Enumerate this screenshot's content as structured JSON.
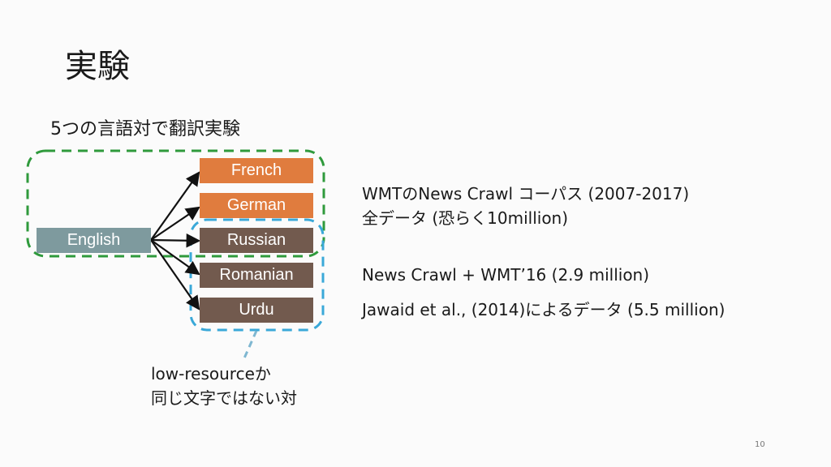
{
  "slide": {
    "title": "実験",
    "subtitle": "5つの言語対で翻訳実験",
    "page_number": "10"
  },
  "diagram": {
    "source_language": "English",
    "target_languages": [
      {
        "label": "French",
        "color": "#e07c3e"
      },
      {
        "label": "German",
        "color": "#e07c3e"
      },
      {
        "label": "Russian",
        "color": "#725a4e"
      },
      {
        "label": "Romanian",
        "color": "#725a4e"
      },
      {
        "label": "Urdu",
        "color": "#725a4e"
      }
    ],
    "group_colors": {
      "green": "#2f9a3c",
      "blue": "#3aa8d8"
    },
    "note_lines": [
      "low-resourceか",
      "同じ文字ではない対"
    ]
  },
  "descriptions": {
    "wmt_line1": "WMTのNews Crawl コーパス (2007-2017)",
    "wmt_line2": "全データ (恐らく10million)",
    "romanian": "News Crawl + WMT’16 (2.9 million)",
    "urdu": "Jawaid et al., (2014)によるデータ (5.5 million)"
  }
}
